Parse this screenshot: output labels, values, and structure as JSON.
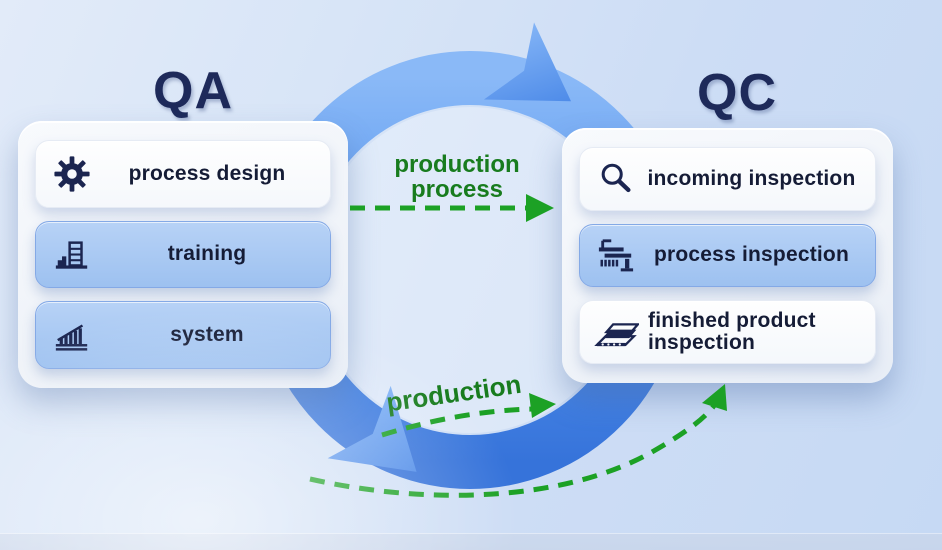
{
  "titles": {
    "left": "QA",
    "right": "QC"
  },
  "qa_panel": {
    "items": [
      {
        "label": "process design",
        "icon": "gear-icon",
        "variant": "white"
      },
      {
        "label": "training",
        "icon": "factory-building-icon",
        "variant": "blue"
      },
      {
        "label": "system",
        "icon": "growth-chart-icon",
        "variant": "blue"
      }
    ]
  },
  "qc_panel": {
    "items": [
      {
        "label": "incoming inspection",
        "icon": "magnifier-icon",
        "variant": "white"
      },
      {
        "label": "process inspection",
        "icon": "machine-icon",
        "variant": "blue"
      },
      {
        "label": "finished product inspection",
        "icon": "conveyor-icon",
        "variant": "white"
      }
    ]
  },
  "flow_labels": {
    "top_line1": "production",
    "top_line2": "process",
    "bottom": "production"
  },
  "colors": {
    "background_top": "#e2ebf9",
    "background_bottom": "#c6d9f4",
    "ring_blue": "#4a8cec",
    "panel_row_blue": "#a6c7f2",
    "arrow_green": "#1ca125",
    "label_green": "#187c1e",
    "navy_text": "#1e2a5a"
  }
}
